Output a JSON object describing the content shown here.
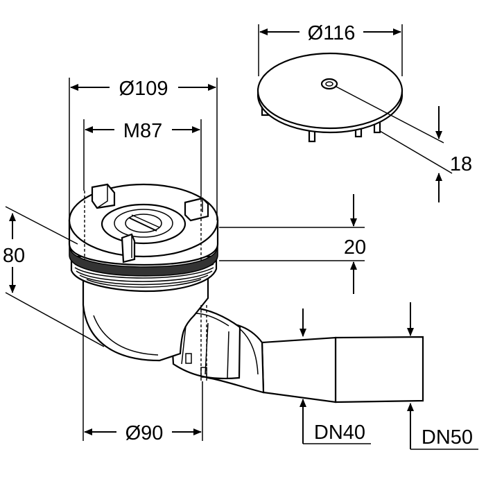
{
  "labels": {
    "cover_diameter": "Ø116",
    "cover_height": "18",
    "flange_diameter": "Ø109",
    "thread": "M87",
    "height_total": "80",
    "flange_height": "20",
    "body_diameter": "Ø90",
    "outlet_small": "DN40",
    "outlet_large": "DN50"
  },
  "colors": {
    "line": "#000000",
    "part_fill": "#ffffff",
    "shade": "#e6e6e6",
    "dark": "#555555"
  }
}
